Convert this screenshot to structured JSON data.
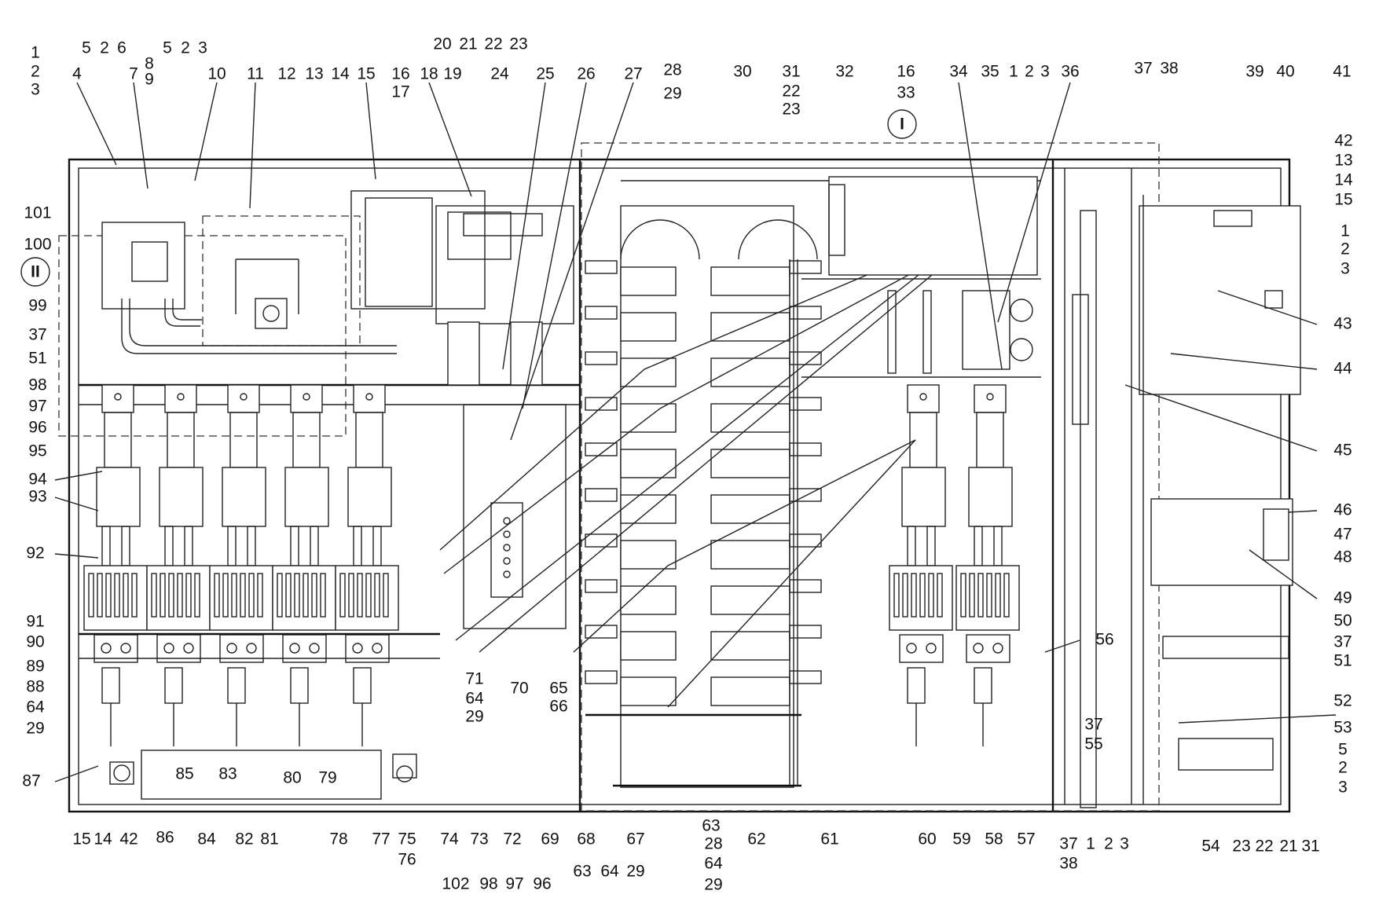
{
  "labels": [
    "1",
    "2",
    "3",
    "4",
    "5",
    "2",
    "6",
    "7",
    "8",
    "9",
    "5",
    "2",
    "3",
    "10",
    "11",
    "12",
    "13",
    "14",
    "15",
    "16",
    "17",
    "18",
    "19",
    "20",
    "21",
    "22",
    "23",
    "24",
    "25",
    "26",
    "27",
    "28",
    "29",
    "30",
    "31",
    "22",
    "23",
    "32",
    "16",
    "33",
    "34",
    "35",
    "1",
    "2",
    "3",
    "36",
    "37",
    "38",
    "39",
    "40",
    "41",
    "42",
    "13",
    "14",
    "15",
    "1",
    "2",
    "3",
    "101",
    "100",
    "99",
    "37",
    "51",
    "98",
    "97",
    "96",
    "95",
    "94",
    "93",
    "92",
    "91",
    "90",
    "89",
    "88",
    "64",
    "29",
    "87",
    "43",
    "44",
    "45",
    "46",
    "47",
    "48",
    "49",
    "50",
    "37",
    "51",
    "52",
    "53",
    "5",
    "2",
    "3",
    "54",
    "23",
    "22",
    "21",
    "31",
    "37",
    "55",
    "56",
    "71",
    "64",
    "29",
    "70",
    "65",
    "66",
    "15",
    "14",
    "42",
    "86",
    "85",
    "84",
    "83",
    "82",
    "81",
    "80",
    "79",
    "78",
    "77",
    "75",
    "76",
    "74",
    "73",
    "72",
    "69",
    "68",
    "67",
    "63",
    "64",
    "29",
    "63",
    "28",
    "64",
    "29",
    "62",
    "61",
    "60",
    "59",
    "58",
    "57",
    "37",
    "1",
    "2",
    "3",
    "38",
    "102",
    "98",
    "97",
    "96"
  ],
  "view_markers": [
    "I",
    "II"
  ]
}
